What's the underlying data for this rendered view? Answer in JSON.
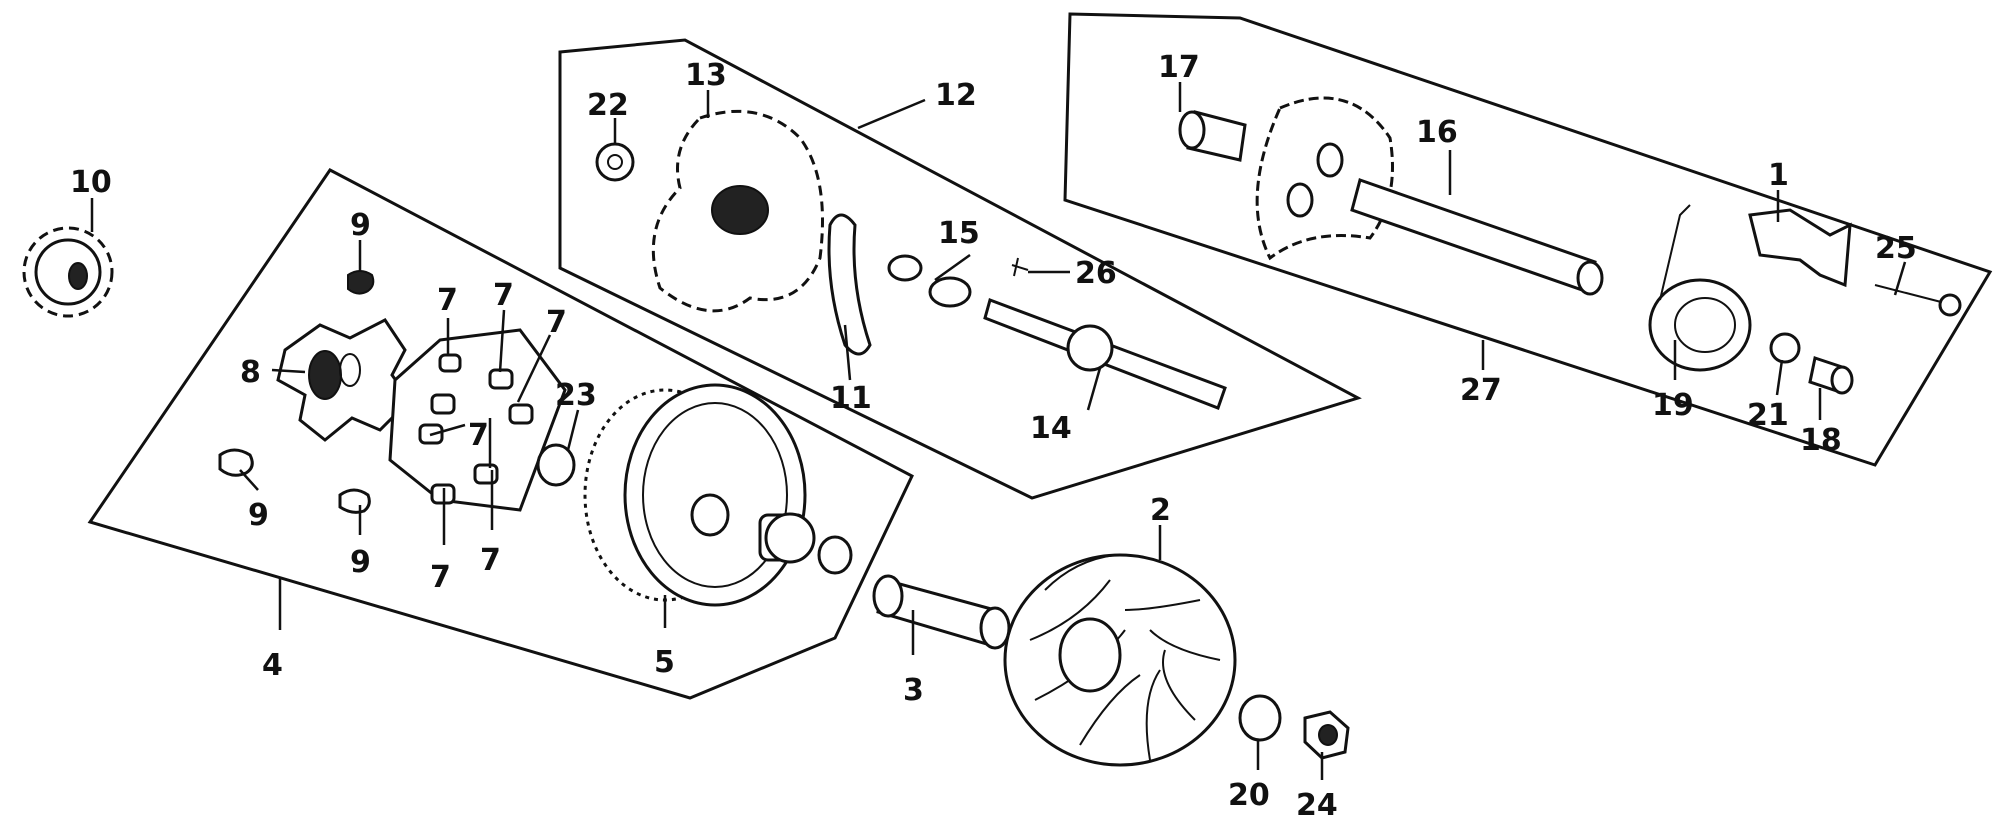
{
  "labels": {
    "l1": "1",
    "l2": "2",
    "l3": "3",
    "l4": "4",
    "l5": "5",
    "l7": "7",
    "l8": "8",
    "l9": "9",
    "l10": "10",
    "l11": "11",
    "l12": "12",
    "l13": "13",
    "l14": "14",
    "l15": "15",
    "l16": "16",
    "l17": "17",
    "l18": "18",
    "l19": "19",
    "l20": "20",
    "l21": "21",
    "l22": "22",
    "l23": "23",
    "l24": "24",
    "l25": "25",
    "l26": "26",
    "l27": "27"
  },
  "colors": {
    "line": "#111111",
    "background": "#ffffff"
  }
}
